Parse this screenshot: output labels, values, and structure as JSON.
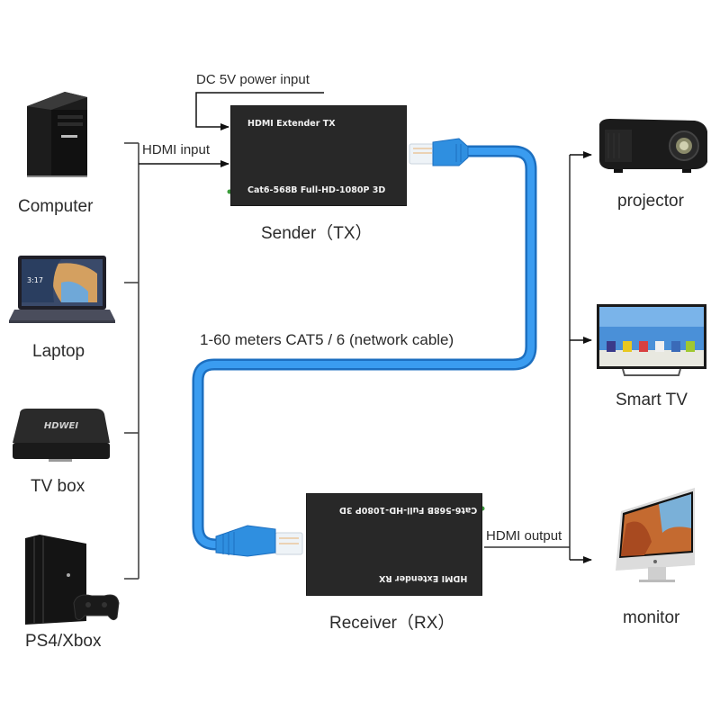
{
  "sources": [
    {
      "id": "computer",
      "label": "Computer",
      "icon": "desktop-tower-icon"
    },
    {
      "id": "laptop",
      "label": "Laptop",
      "icon": "laptop-icon"
    },
    {
      "id": "tvbox",
      "label": "TV box",
      "icon": "tv-box-icon",
      "brand": "HDWEI"
    },
    {
      "id": "console",
      "label": "PS4/Xbox",
      "icon": "game-console-icon"
    }
  ],
  "sender": {
    "caption": "Sender（TX）",
    "top_text": "HDMI Extender  TX",
    "bottom_text": "Cat6-568B Full-HD-1080P 3D"
  },
  "receiver": {
    "caption": "Receiver（RX）",
    "top_text": "Cat6-568B Full-HD-1080P 3D",
    "bottom_text": "HDMI Extender  RX"
  },
  "connections": {
    "power_label": "DC 5V power input",
    "hdmi_input_label": "HDMI input",
    "cable_label": "1-60 meters CAT5 / 6 (network cable)",
    "hdmi_output_label": "HDMI output"
  },
  "outputs": [
    {
      "id": "projector",
      "label": "projector",
      "icon": "projector-icon"
    },
    {
      "id": "smarttv",
      "label": "Smart TV",
      "icon": "smart-tv-icon"
    },
    {
      "id": "monitor",
      "label": "monitor",
      "icon": "monitor-icon"
    }
  ],
  "laptop_screen_time": "3:17",
  "colors": {
    "cable": "#2f8fe0",
    "cable_dark": "#1c6fc0",
    "device_box": "#282828",
    "line": "#333333"
  }
}
